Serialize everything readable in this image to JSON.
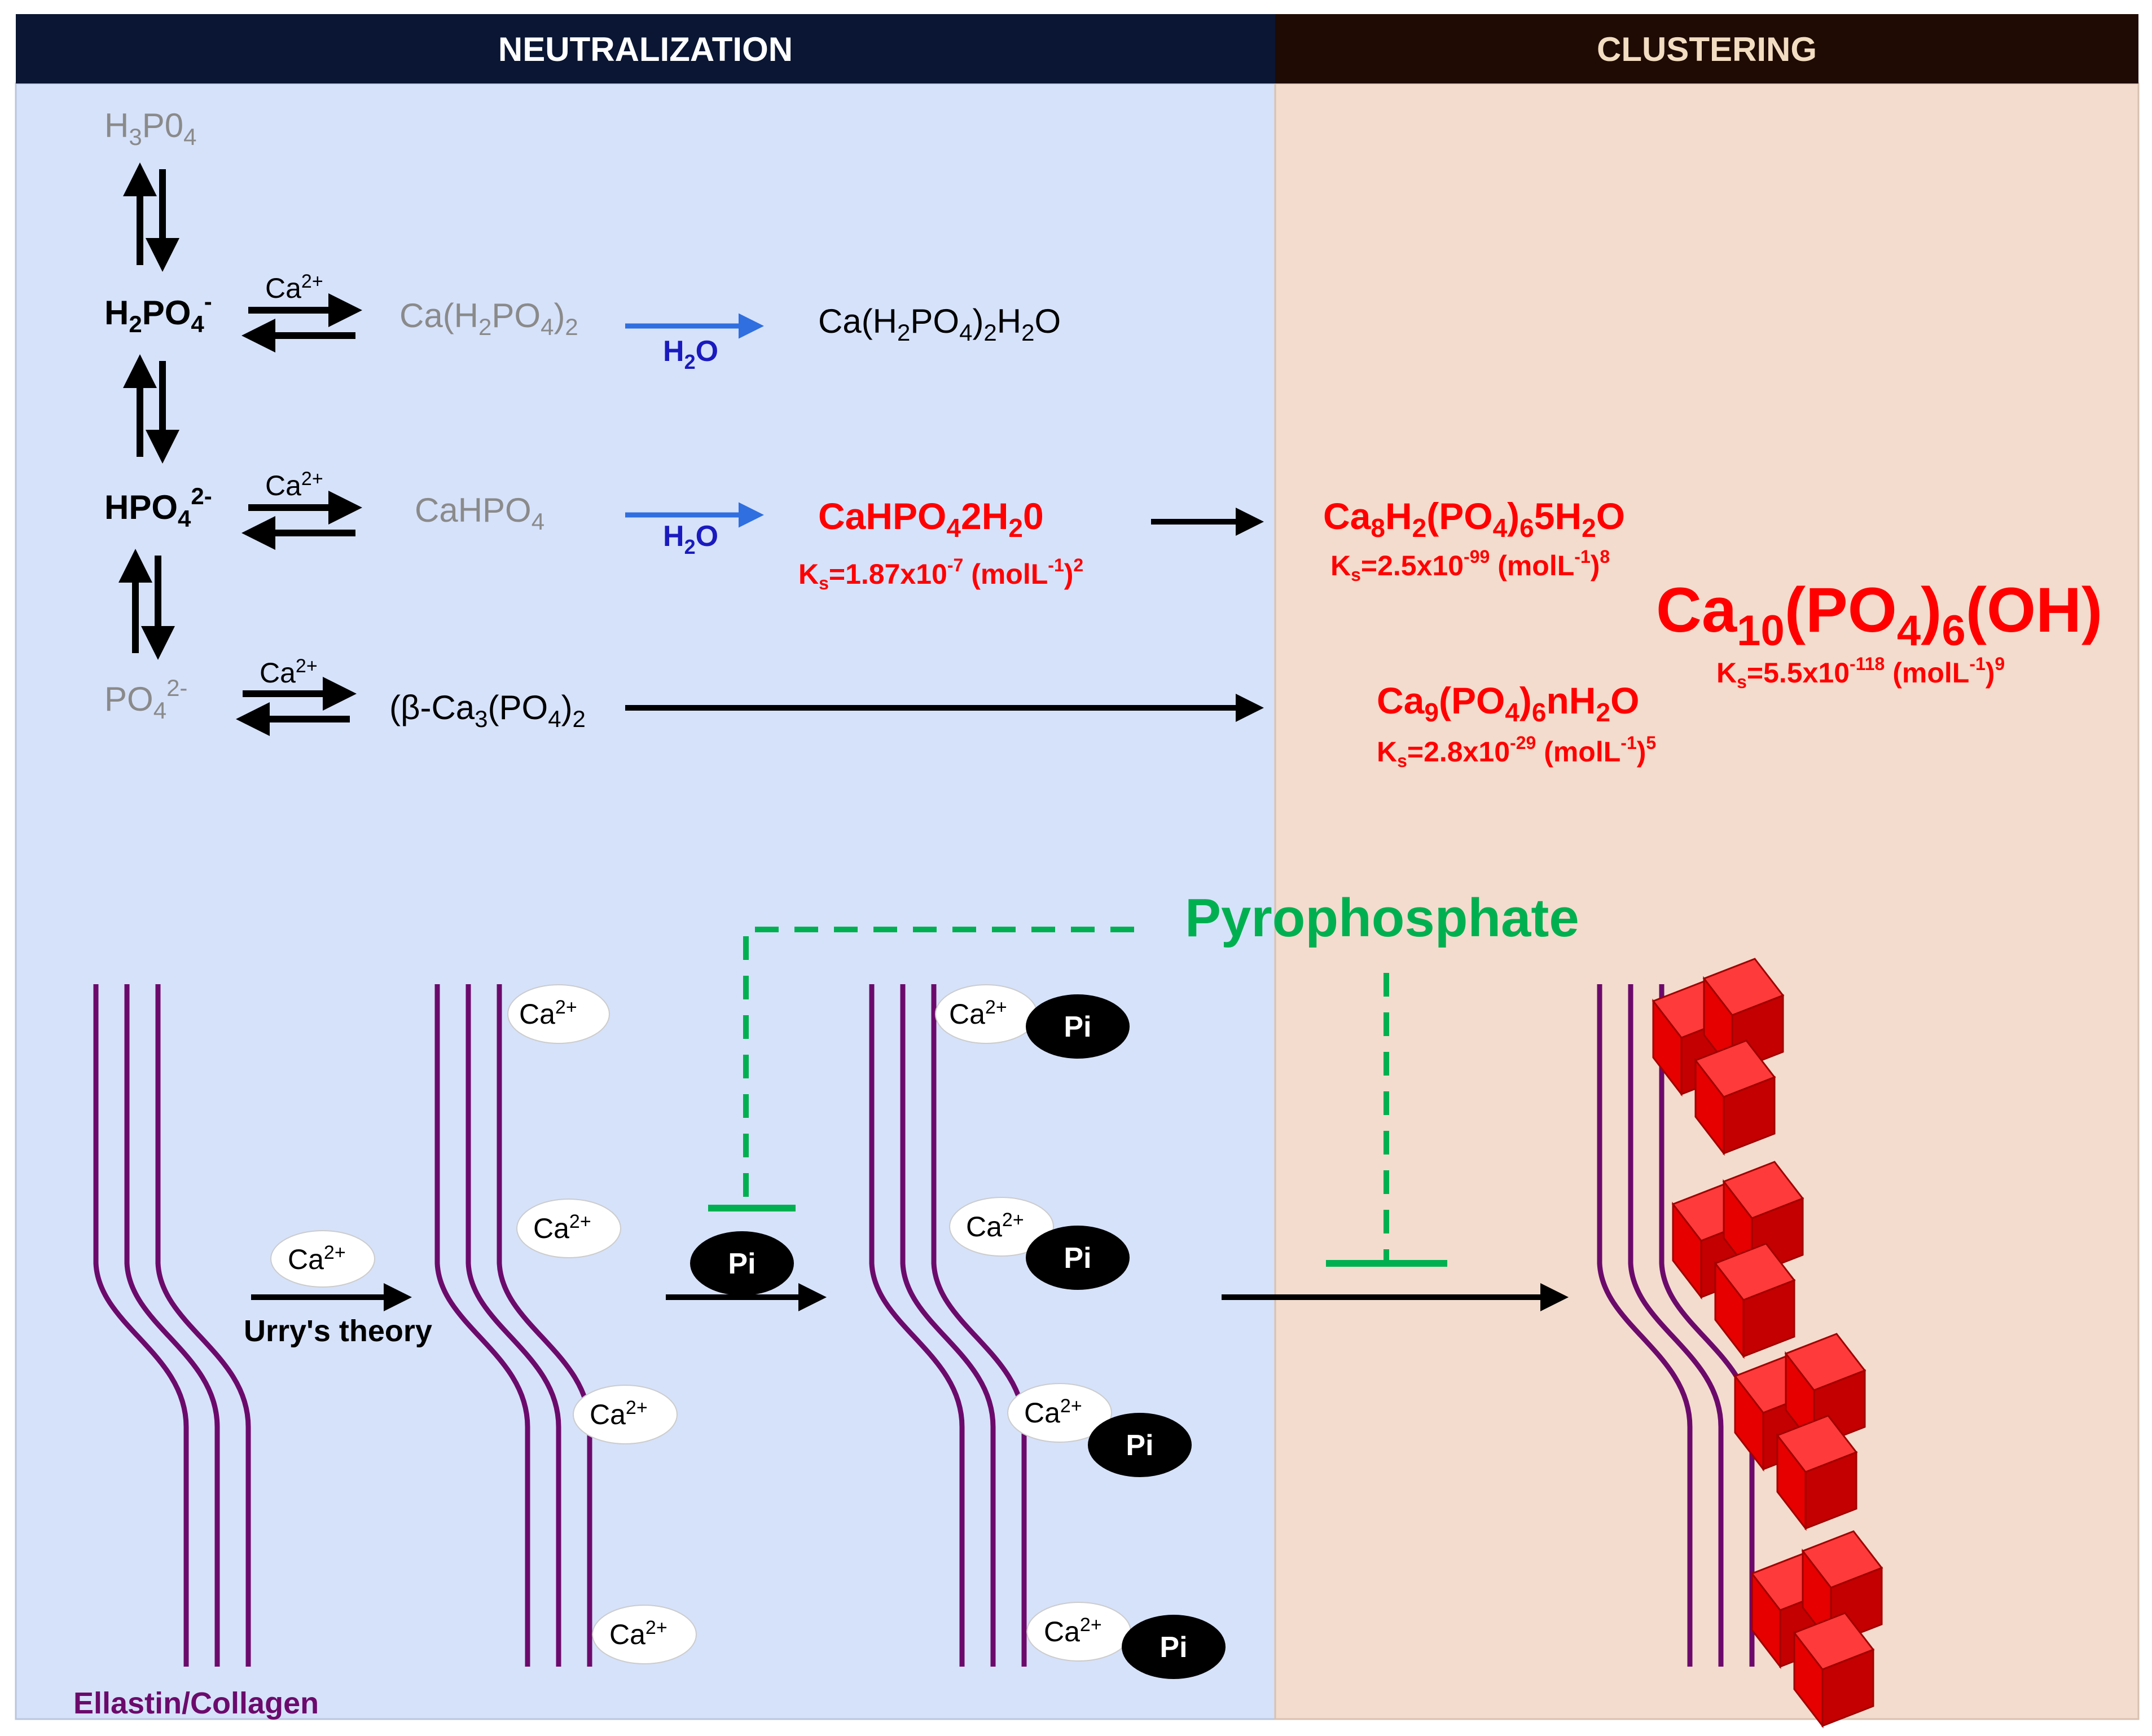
{
  "headers": {
    "neutralization": "NEUTRALIZATION",
    "clustering": "CLUSTERING"
  },
  "species": {
    "h3po4": {
      "base": "H",
      "sub1": "3",
      "mid": "P0",
      "sub2": "4"
    },
    "h2po4": {
      "base": "H",
      "sub1": "2",
      "mid": "PO",
      "sub2": "4",
      "sup": "-"
    },
    "hpo4": {
      "base": "HPO",
      "sub1": "4",
      "sup": "2-"
    },
    "po4": {
      "base": "PO",
      "sub1": "4",
      "sup": "2-"
    }
  },
  "ca_label": "Ca",
  "ca_charge": "2+",
  "products": {
    "ca_h2po4_2": {
      "a": "Ca(H",
      "s1": "2",
      "b": "PO",
      "s2": "4",
      "c": ")",
      "s3": "2"
    },
    "ca_h2po4_2_h2o": {
      "a": "Ca(H",
      "s1": "2",
      "b": "PO",
      "s2": "4",
      "c": ")",
      "s3": "2",
      "d": "H",
      "s4": "2",
      "e": "O"
    },
    "cahpo4": {
      "a": "CaHPO",
      "s1": "4"
    },
    "cahpo4_2h2o": {
      "a": "CaHPO",
      "s1": "4",
      "b": "2H",
      "s2": "2",
      "c": "0"
    },
    "cahpo4_2h2o_ks": {
      "a": "K",
      "s1": "s",
      "b": "=1.87x10",
      "p1": "-7",
      "c": " (molL",
      "p2": "-1",
      "d": ")",
      "p3": "2"
    },
    "beta_ca3po4_2": {
      "a": "(β-Ca",
      "s1": "3",
      "b": "(PO",
      "s2": "4",
      "c": ")",
      "s3": "2"
    }
  },
  "water": {
    "a": "H",
    "s": "2",
    "b": "O"
  },
  "clusters": {
    "octacalcium": {
      "a": "Ca",
      "s1": "8",
      "b": "H",
      "s2": "2",
      "c": "(PO",
      "s3": "4",
      "d": ")",
      "s4": "6",
      "e": "5H",
      "s5": "2",
      "f": "O"
    },
    "octacalcium_ks": {
      "a": "K",
      "s1": "s",
      "b": "=2.5x10",
      "p1": "-99",
      "c": " (molL",
      "p2": "-1",
      "d": ")",
      "p3": "8"
    },
    "hydroxyapatite": {
      "a": "Ca",
      "s1": "10",
      "b": "(PO",
      "s2": "4",
      "c": ")",
      "s3": "6",
      "d": "(OH)"
    },
    "hydroxyapatite_ks": {
      "a": "K",
      "s1": "s",
      "b": "=5.5x10",
      "p1": "-118",
      "c": " (molL",
      "p2": "-1",
      "d": ")",
      "p3": "9"
    },
    "amorphous": {
      "a": "Ca",
      "s1": "9",
      "b": "(PO",
      "s2": "4",
      "c": ")",
      "s3": "6",
      "d": "nH",
      "s4": "2",
      "e": "O"
    },
    "amorphous_ks": {
      "a": "K",
      "s1": "s",
      "b": "=2.8x10",
      "p1": "-29",
      "c": " (molL",
      "p2": "-1",
      "d": ")",
      "p3": "5"
    }
  },
  "pyrophosphate": "Pyrophosphate",
  "pi_label": "Pi",
  "urry_theory": "Urry's theory",
  "fiber_label": "Ellastin/Collagen",
  "colors": {
    "header_neutralization_bg": "#0a1633",
    "header_clustering_bg": "#1f0b03",
    "header_text": "#ffffff",
    "header_text_clustering": "#f3ddc2",
    "neutralization_bg": "#d6e2fa",
    "clustering_bg": "#f3dccd",
    "grey_text": "#8a8a8a",
    "red": "#ff0000",
    "blue": "#2f6fe0",
    "navy": "#1a1abf",
    "green": "#00b050",
    "fiber": "#6c0a6c",
    "crystal": "#ee0000",
    "black": "#000000"
  }
}
